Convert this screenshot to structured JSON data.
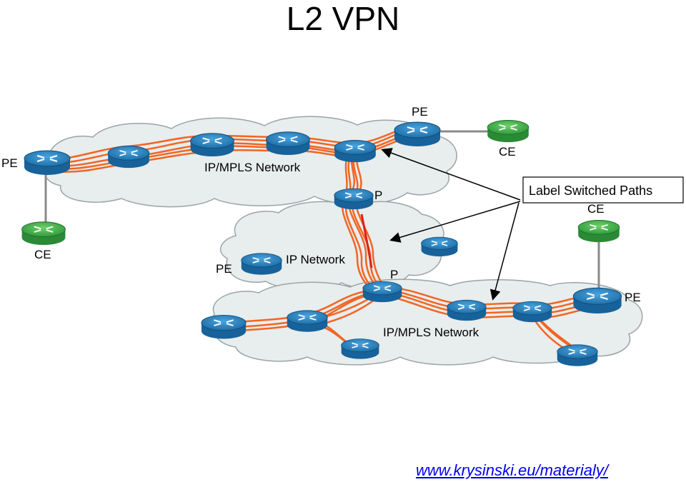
{
  "title": "L2 VPN",
  "labels": {
    "top_network": "IP/MPLS Network",
    "bottom_network": "IP/MPLS Network",
    "ip_network": "IP Network",
    "callout": "Label Switched Paths",
    "pe": "PE",
    "ce": "CE",
    "p": "P"
  },
  "colors": {
    "cloud": "#e8eded",
    "cloud_stroke": "#9aa4a6",
    "lsp": "#f26522",
    "lsp_core": "#e0201b",
    "router_pe": "#1f79b7",
    "router_ce": "#3aae49"
  },
  "footer_link": "www.krysinski.eu/materialy/"
}
